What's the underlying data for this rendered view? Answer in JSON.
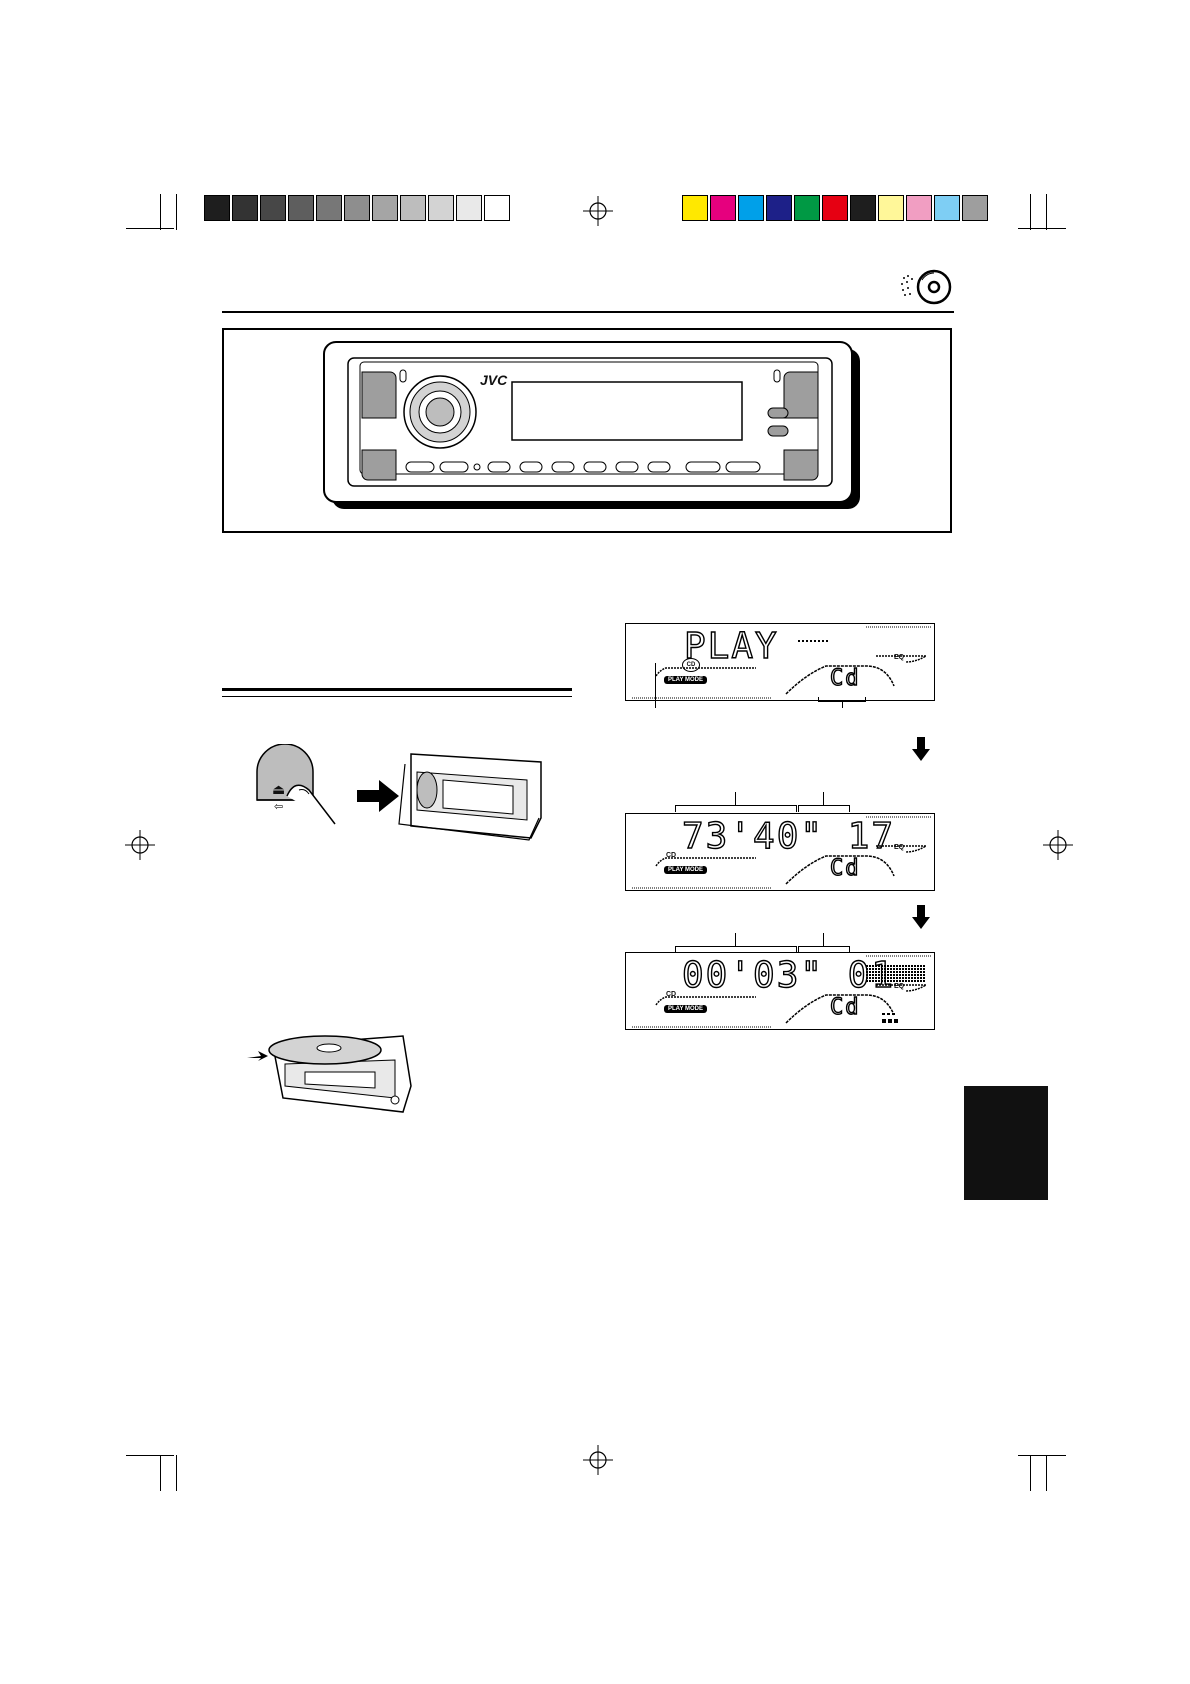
{
  "colors": {
    "gray_ramp": [
      "#1e1e1e",
      "#333333",
      "#474747",
      "#5e5e5e",
      "#777777",
      "#8e8e8e",
      "#a5a5a5",
      "#bdbdbd",
      "#d3d3d3",
      "#e9e9e9",
      "#ffffff"
    ],
    "color_bar": [
      "#ffe800",
      "#e6007e",
      "#00a0e9",
      "#1d2088",
      "#009944",
      "#e60012",
      "#1e1e1e",
      "#fff799",
      "#f19ec2",
      "#7ecef4",
      "#9e9e9e"
    ]
  },
  "unit": {
    "brand": "JVC"
  },
  "displays": [
    {
      "main": "PLAY",
      "badge": "CD",
      "mode_label": "PLAY MODE",
      "eq_label": "EQ",
      "sub_digits": "Cd"
    },
    {
      "main": "73'40\" 17",
      "badge": "CD",
      "mode_label": "PLAY MODE",
      "eq_label": "EQ",
      "sub_digits": "Cd"
    },
    {
      "main": "00'03\" 01",
      "badge": "CD",
      "mode_label": "PLAY MODE",
      "eq_label": "EQ",
      "sub_digits": "Cd"
    }
  ],
  "eject_label": "⏏"
}
